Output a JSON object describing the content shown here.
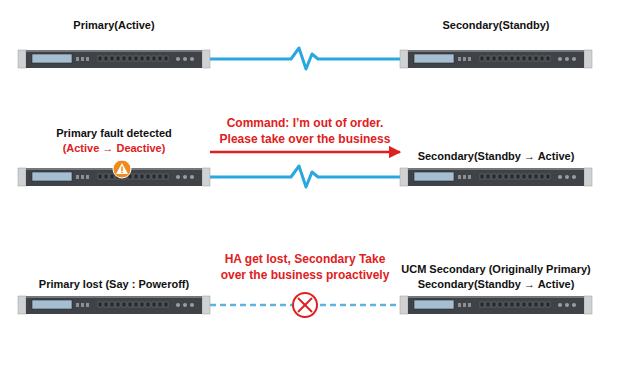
{
  "diagram": {
    "nodes": [
      {
        "text": [
          "Primary(Active)"
        ]
      },
      {
        "text": [
          "Secondary(Standby)"
        ]
      },
      {
        "text": [
          "Primary fault detected",
          "(Active → Deactive)"
        ]
      },
      {
        "text": [
          "Secondary(Standby → Active)"
        ]
      },
      {
        "text": [
          "Primary lost (Say : Poweroff)"
        ]
      },
      {
        "text": [
          "UCM Secondary (Originally Primary)",
          "Secondary(Standby → Active)"
        ]
      }
    ],
    "edges": [
      {
        "from": 0,
        "to": 1,
        "arrow": "none"
      },
      {
        "from": 2,
        "to": 3,
        "arrow": "none"
      },
      {
        "from": 2,
        "to": 3,
        "label": "Command: I’m out of order. Please take over the business",
        "arrow": "to"
      },
      {
        "from": 4,
        "to": 5,
        "label": "HA get lost, Secondary Take over the business proactively",
        "arrow": "none"
      }
    ]
  }
}
